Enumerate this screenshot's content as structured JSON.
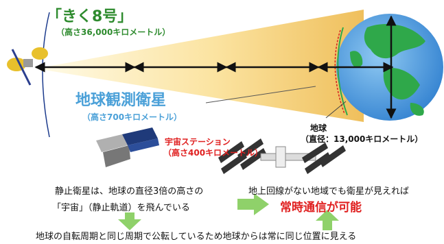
{
  "kiku": {
    "title": "「きく8号」",
    "altitude": "（高さ36,000キロメートル）"
  },
  "observation": {
    "title": "地球観測衛星",
    "altitude": "（高さ700キロメートル）"
  },
  "iss": {
    "title": "宇宙ステーション",
    "altitude": "（高さ400キロメートル）"
  },
  "earth": {
    "label": "地球",
    "diameter": "（直径：13,000キロメートル）"
  },
  "notes": {
    "geo_line1": "静止衛星は、地球の直径3倍の高さの",
    "geo_line2": "「宇宙」（静止軌道）を飛んでいる",
    "rural": "地上回線がない地域でも衛星が見えれば",
    "always": "常時通信が可能",
    "bottom": "地球の自転周期と同じ周期で公転しているため地球からは常に同じ位置に見える"
  },
  "colors": {
    "green_text": "#2e8b2e",
    "blue_text": "#4aa0d8",
    "red_text": "#e02020",
    "arrow_green": "#8fd16a",
    "ocean": "#3d8fd6",
    "land": "#2fa84a",
    "beam_light": "#fff6cc",
    "beam_dark": "#f0c96a"
  },
  "icons": [
    "satellite-kiku8-icon",
    "earth-globe-icon",
    "observation-satellite-icon",
    "space-station-icon"
  ]
}
